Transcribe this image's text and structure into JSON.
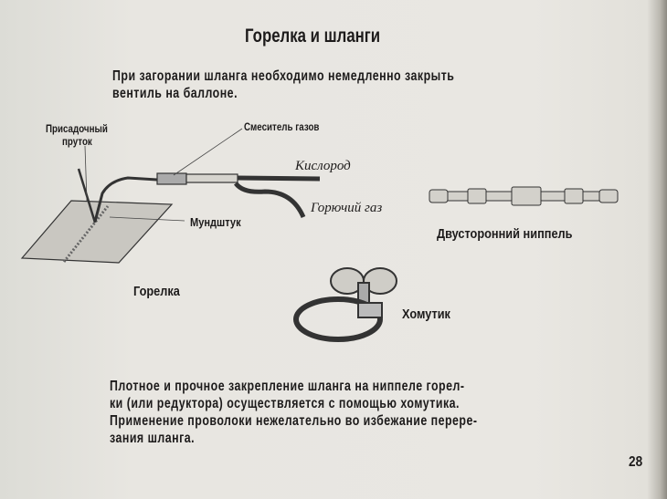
{
  "title": "Горелка и шланги",
  "warning_lines": [
    "При загорании шланга необходимо немедленно закрыть",
    "вентиль на баллоне."
  ],
  "torch": {
    "labels": {
      "filler_rod": [
        "Присадочный",
        "пруток"
      ],
      "mixer": "Смеситель газов",
      "oxygen": "Кислород",
      "fuel_gas": "Горючий газ",
      "tip": "Мундштук"
    },
    "caption": "Горелка"
  },
  "nipple_caption": "Двусторонний ниппель",
  "clamp_caption": "Хомутик",
  "body_lines": [
    "Плотное и прочное закрепление шланга на ниппеле горел-",
    "ки (или редуктора) осуществляется с помощью хомутика.",
    "Применение проволоки нежелательно во избежание перере-",
    "зания шланга."
  ],
  "page_number": "28"
}
